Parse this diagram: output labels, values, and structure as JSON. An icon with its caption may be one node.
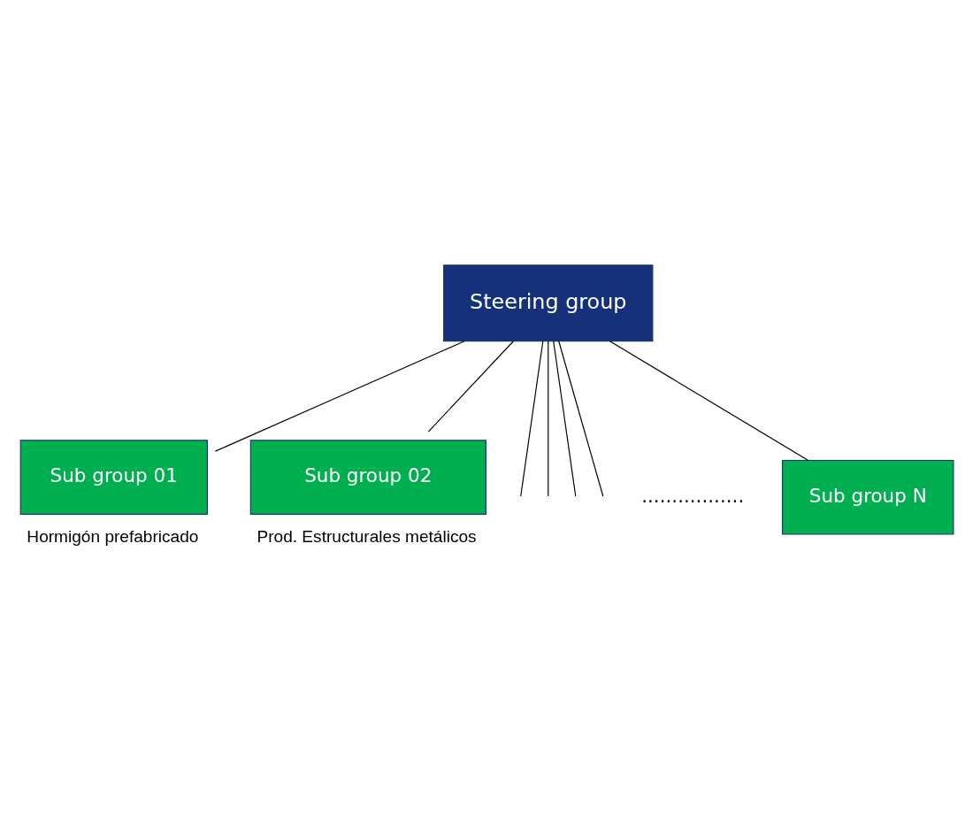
{
  "diagram": {
    "nodes": [
      {
        "text": [
          "Steering group"
        ]
      },
      {
        "text": [
          "Sub group 01"
        ],
        "beside": [
          "Hormigón prefabricado"
        ]
      },
      {
        "text": [
          "Sub group 02"
        ],
        "beside": [
          "Prod. Estructurales metálicos"
        ]
      },
      {
        "text": [
          "Sub group N"
        ]
      }
    ],
    "edges": [
      {
        "from": 0,
        "to": 1,
        "arrow": "none"
      },
      {
        "from": 0,
        "to": 2,
        "arrow": "none"
      },
      {
        "from": 0,
        "to": null,
        "arrow": "none"
      },
      {
        "from": 0,
        "to": null,
        "arrow": "none"
      },
      {
        "from": 0,
        "to": null,
        "arrow": "none"
      },
      {
        "from": 0,
        "to": null,
        "arrow": "none"
      },
      {
        "from": 0,
        "to": 3,
        "arrow": "none"
      }
    ],
    "labels": [
      "................."
    ]
  }
}
